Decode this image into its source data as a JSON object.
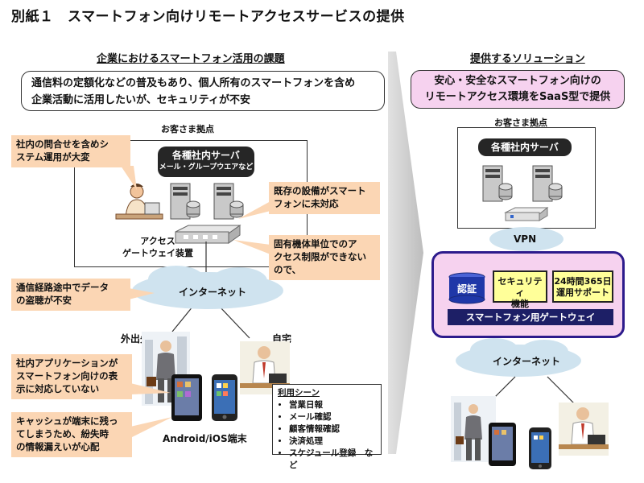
{
  "title": "別紙１　スマートフォン向けリモートアクセスサービスの提供",
  "left": {
    "heading": "企業におけるスマートフォン活用の課題",
    "issue_line1": "通信料の定額化などの普及もあり、個人所有のスマートフォンを含め",
    "issue_line2": "企業活動に活用したいが、セキュリティが不安",
    "site_label": "お客さま拠点",
    "server_title": "各種社内サーバ",
    "server_sub": "メール・グループウエアなど",
    "gateway_line1": "アクセス",
    "gateway_line2": "ゲートウェイ装置",
    "internet": "インターネット",
    "outside": "外出先",
    "home": "自宅",
    "devices": "Android/iOS端末",
    "callouts": {
      "inquiry_line1": "社内の問合せを含めシ",
      "inquiry_line2": "ステム運用が大変",
      "legacy_line1": "既存の設備がスマート",
      "legacy_line2": "フォンに未対応",
      "device_line1": "固有機体単位でのア",
      "device_line2": "クセス制限ができない",
      "device_line3": "ので、",
      "wiretap_line1": "通信経路途中でデータ",
      "wiretap_line2": "の盗聴が不安",
      "app_line1": "社内アプリケーションが",
      "app_line2": "スマートフォン向けの表",
      "app_line3": "示に対応していない",
      "cache_line1": "キャッシュが端末に残っ",
      "cache_line2": "てしまうため、紛失時",
      "cache_line3": "の情報漏えいが心配"
    },
    "usage": {
      "heading": "利用シーン",
      "items": [
        "営業日報",
        "メール確認",
        "顧客情報確認",
        "決済処理",
        "スケジュール登録　など"
      ]
    }
  },
  "right": {
    "heading": "提供するソリューション",
    "solution_line1": "安心・安全なスマートフォン向けの",
    "solution_line2": "リモートアクセス環境をSaaS型で提供",
    "site_label": "お客さま拠点",
    "server_title": "各種社内サーバ",
    "vpn": "VPN",
    "auth": "認証",
    "security_line1": "セキュリティ",
    "security_line2": "機能",
    "support_line1": "24時間365日",
    "support_line2": "運用サポート",
    "gateway_bar": "スマートフォン用ゲートウェイ",
    "internet": "インターネット"
  },
  "colors": {
    "callout": "#fbd6b4",
    "solution_pink": "#f6d2ef",
    "gateway_border": "#2d1b8c",
    "cloud": "#cfe3ef",
    "yellow": "#ffff99",
    "auth_blue": "#1f37a8"
  }
}
